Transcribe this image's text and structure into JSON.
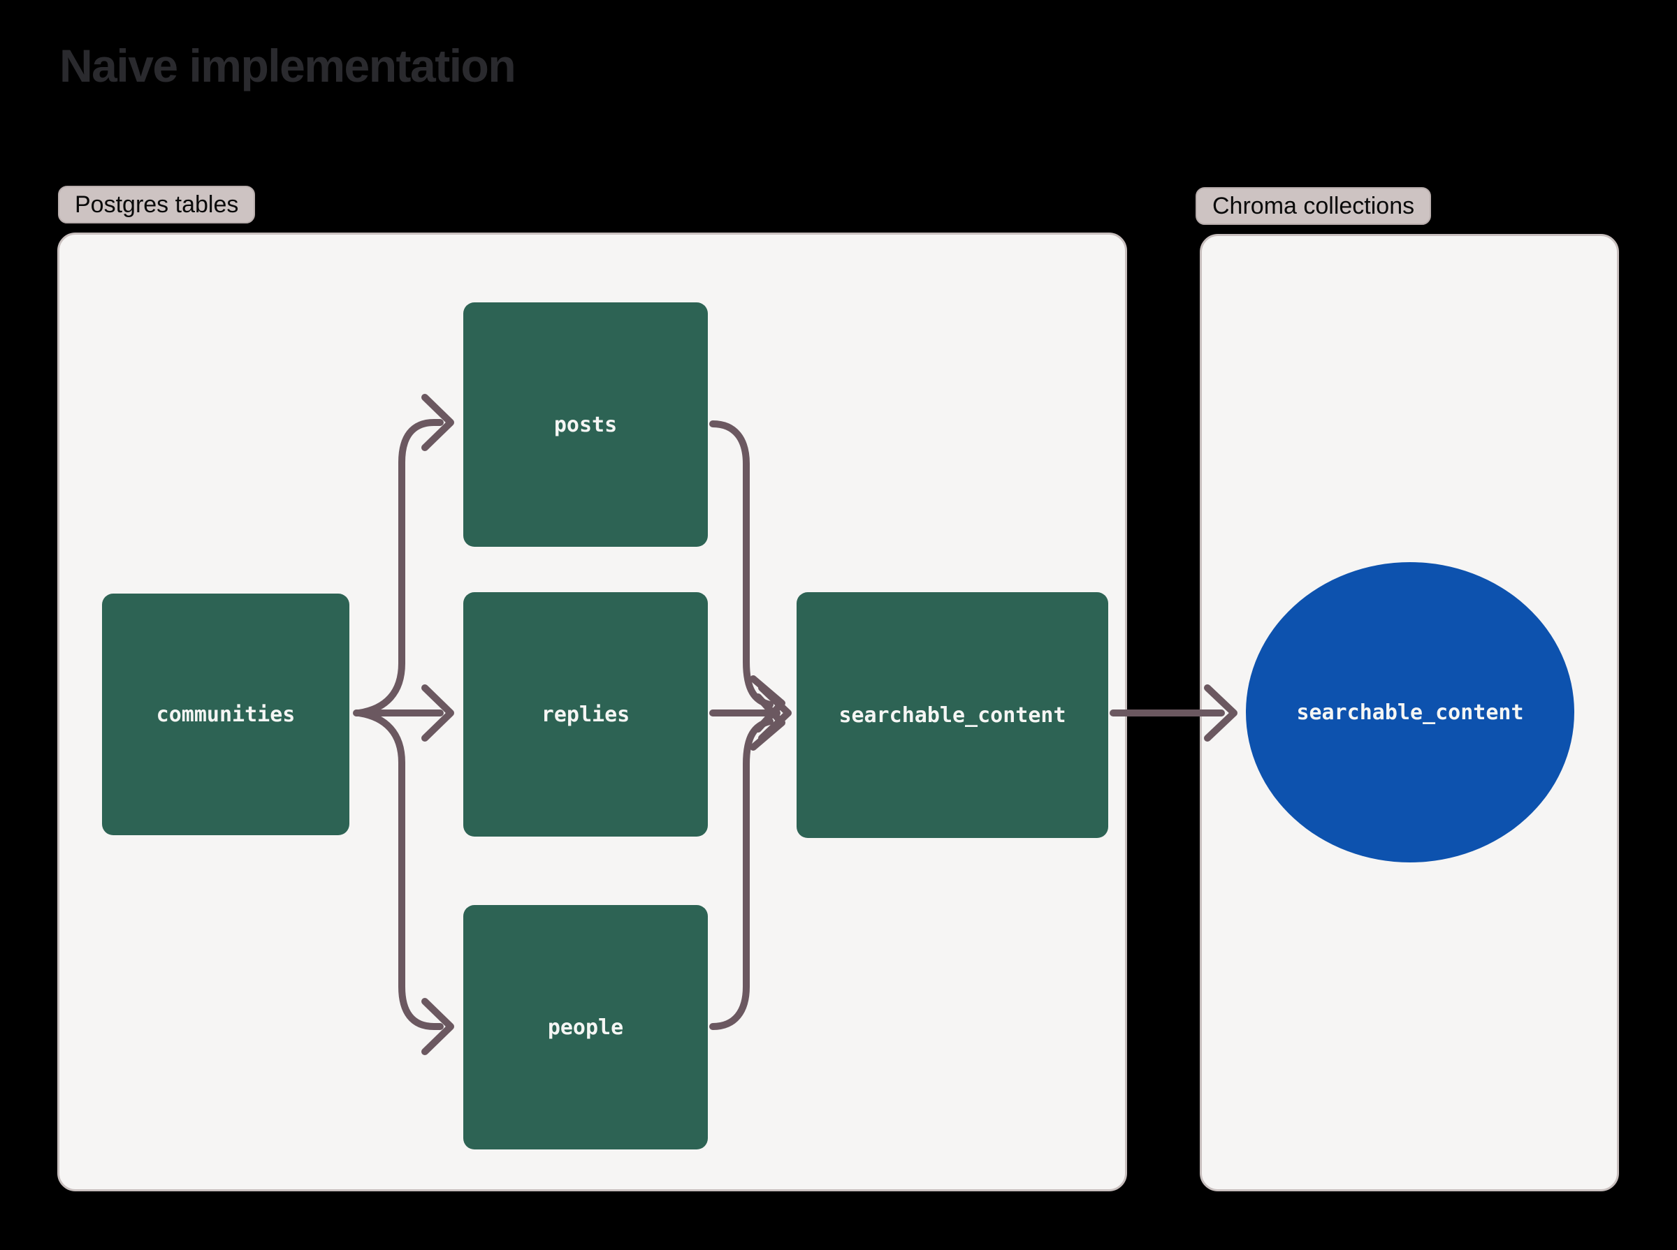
{
  "title": "Naive implementation",
  "left_panel": {
    "label": "Postgres tables",
    "tables": [
      {
        "id": "communities",
        "label": "communities"
      },
      {
        "id": "posts",
        "label": "posts"
      },
      {
        "id": "replies",
        "label": "replies"
      },
      {
        "id": "people",
        "label": "people"
      },
      {
        "id": "searchable_content",
        "label": "searchable_content"
      }
    ]
  },
  "right_panel": {
    "label": "Chroma collections",
    "collections": [
      {
        "id": "searchable_content",
        "label": "searchable_content"
      }
    ]
  },
  "edges": [
    {
      "from": "communities",
      "to": "posts"
    },
    {
      "from": "communities",
      "to": "replies"
    },
    {
      "from": "communities",
      "to": "people"
    },
    {
      "from": "posts",
      "to": "searchable_content"
    },
    {
      "from": "replies",
      "to": "searchable_content"
    },
    {
      "from": "people",
      "to": "searchable_content"
    },
    {
      "from": "searchable_content",
      "to": "searchable_content_collection"
    }
  ],
  "colors": {
    "background": "#000000",
    "title_text": "#2a2a2e",
    "panel_bg": "#f6f5f4",
    "panel_border": "#c8bfbe",
    "badge_bg": "#cdc3c2",
    "badge_border": "#b9aead",
    "badge_text": "#0a0a0a",
    "table_node": "#2d6354",
    "node_text": "#f5f6f4",
    "arrow": "#6b5860",
    "collection_node": "#0d52ae"
  }
}
